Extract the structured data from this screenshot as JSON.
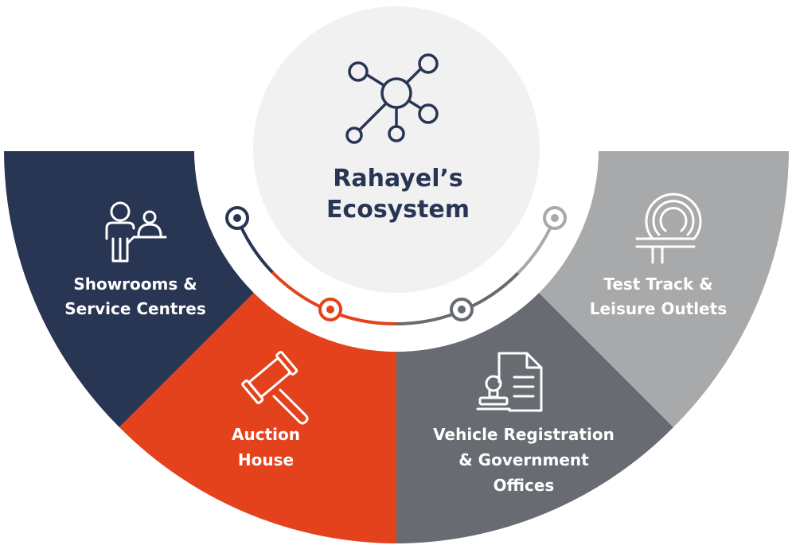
{
  "center": {
    "title_line1": "Rahayel’s",
    "title_line2": "Ecosystem",
    "icon": "network-hub-icon"
  },
  "segments": [
    {
      "id": "showrooms",
      "line1": "Showrooms &",
      "line2": "Service Centres",
      "icon": "person-service-icon",
      "color": "#283553"
    },
    {
      "id": "auction",
      "line1": "Auction",
      "line2": "House",
      "icon": "gavel-icon",
      "color": "#E4421C"
    },
    {
      "id": "registration",
      "line1": "Vehicle Registration",
      "line2": "&  Government",
      "line3": "Offices",
      "icon": "document-stamp-icon",
      "color": "#686B72"
    },
    {
      "id": "testtrack",
      "line1": "Test Track &",
      "line2": "Leisure Outlets",
      "icon": "track-icon",
      "color": "#A8A9AB"
    }
  ],
  "colors": {
    "navy": "#283553",
    "orange": "#E4421C",
    "dark_gray": "#686B72",
    "light_gray": "#A8A9AB",
    "center_bg": "#F1F1F2",
    "ring": "#FFFFFF"
  }
}
